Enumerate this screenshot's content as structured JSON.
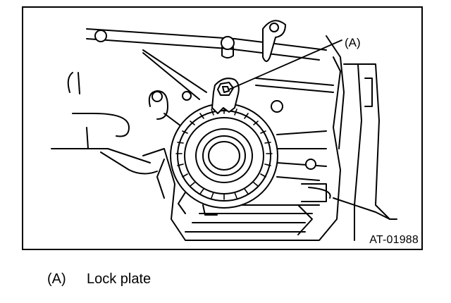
{
  "figure": {
    "callout_label": "(A)",
    "figure_code": "AT-01988"
  },
  "legend": {
    "items": [
      {
        "letter": "(A)",
        "text": "Lock plate"
      }
    ]
  }
}
